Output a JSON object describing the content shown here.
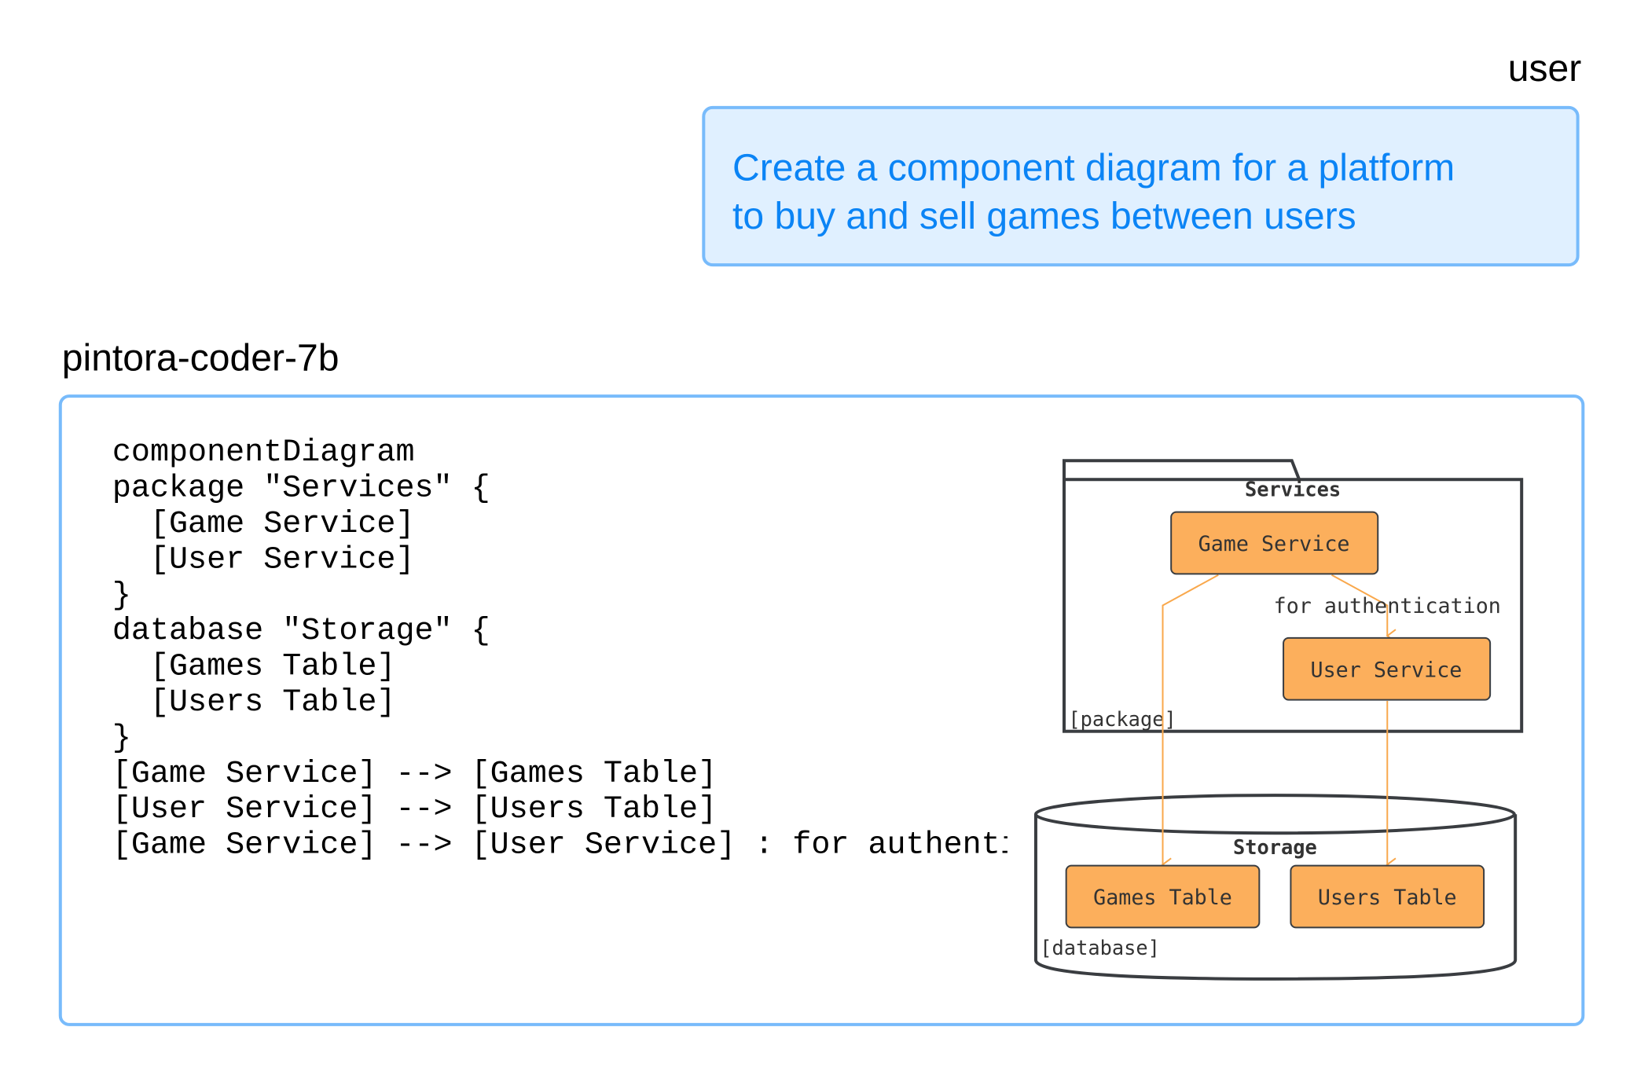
{
  "conversation": {
    "user": {
      "label": "user",
      "message": "Create a component diagram for a platform\nto buy and sell games between users"
    },
    "assistant": {
      "label": "pintora-coder-7b",
      "code": "componentDiagram\npackage \"Services\" {\n  [Game Service]\n  [User Service]\n}\ndatabase \"Storage\" {\n  [Games Table]\n  [Users Table]\n}\n[Game Service] --> [Games Table]\n[User Service] --> [Users Table]\n[Game Service] --> [User Service] : for authentication"
    }
  },
  "diagram": {
    "package": {
      "title": "Services",
      "tag": "[package]"
    },
    "database": {
      "title": "Storage",
      "tag": "[database]"
    },
    "components": {
      "game_service": "Game Service",
      "user_service": "User Service",
      "games_table": "Games Table",
      "users_table": "Users Table"
    },
    "edge_label": "for authentication",
    "colors": {
      "component_fill": "#fcaf5c",
      "edge": "#f9a84c",
      "stroke": "#3a3d41",
      "bubble_bg": "#e0f0ff",
      "bubble_border": "#78bbfb",
      "bubble_text": "#0b84f5"
    }
  }
}
